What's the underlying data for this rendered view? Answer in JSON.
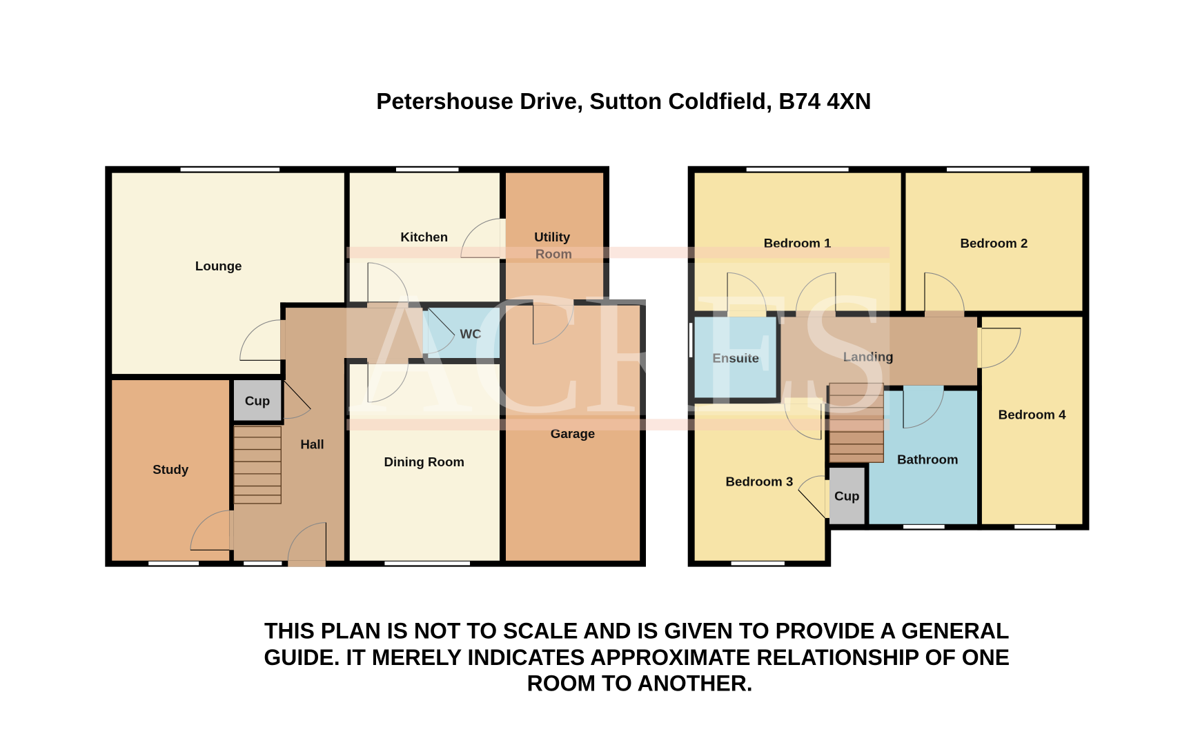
{
  "title": "Petershouse Drive, Sutton Coldfield, B74 4XN",
  "watermark": "ACRES",
  "colors": {
    "wall": "#000000",
    "cream": "#f9f3dc",
    "peach": "#e5b286",
    "hall_brown": "#d0ac8a",
    "blue": "#aed8e1",
    "grey": "#c4c4c4",
    "yellow": "#f7e4a8",
    "window": "#ffffff",
    "watermark_band": "#f6c9b8"
  },
  "ground_floor": {
    "rooms": [
      {
        "id": "lounge",
        "label": "Lounge"
      },
      {
        "id": "kitchen",
        "label": "Kitchen"
      },
      {
        "id": "utility",
        "label": "Utility",
        "label2": "Room"
      },
      {
        "id": "wc",
        "label": "WC"
      },
      {
        "id": "cup",
        "label": "Cup"
      },
      {
        "id": "hall",
        "label": "Hall"
      },
      {
        "id": "study",
        "label": "Study"
      },
      {
        "id": "dining",
        "label": "Dining Room"
      },
      {
        "id": "garage",
        "label": "Garage"
      }
    ]
  },
  "first_floor": {
    "rooms": [
      {
        "id": "bedroom1",
        "label": "Bedroom 1"
      },
      {
        "id": "bedroom2",
        "label": "Bedroom 2"
      },
      {
        "id": "ensuite",
        "label": "Ensuite"
      },
      {
        "id": "landing",
        "label": "Landing"
      },
      {
        "id": "bedroom4",
        "label": "Bedroom 4"
      },
      {
        "id": "bathroom",
        "label": "Bathroom"
      },
      {
        "id": "bedroom3",
        "label": "Bedroom 3"
      },
      {
        "id": "cup",
        "label": "Cup"
      }
    ]
  },
  "disclaimer": {
    "line1": "THIS PLAN IS NOT TO SCALE AND IS GIVEN TO PROVIDE A GENERAL",
    "line2": "GUIDE. IT MERELY INDICATES APPROXIMATE RELATIONSHIP OF ONE",
    "line3": "ROOM TO ANOTHER."
  }
}
